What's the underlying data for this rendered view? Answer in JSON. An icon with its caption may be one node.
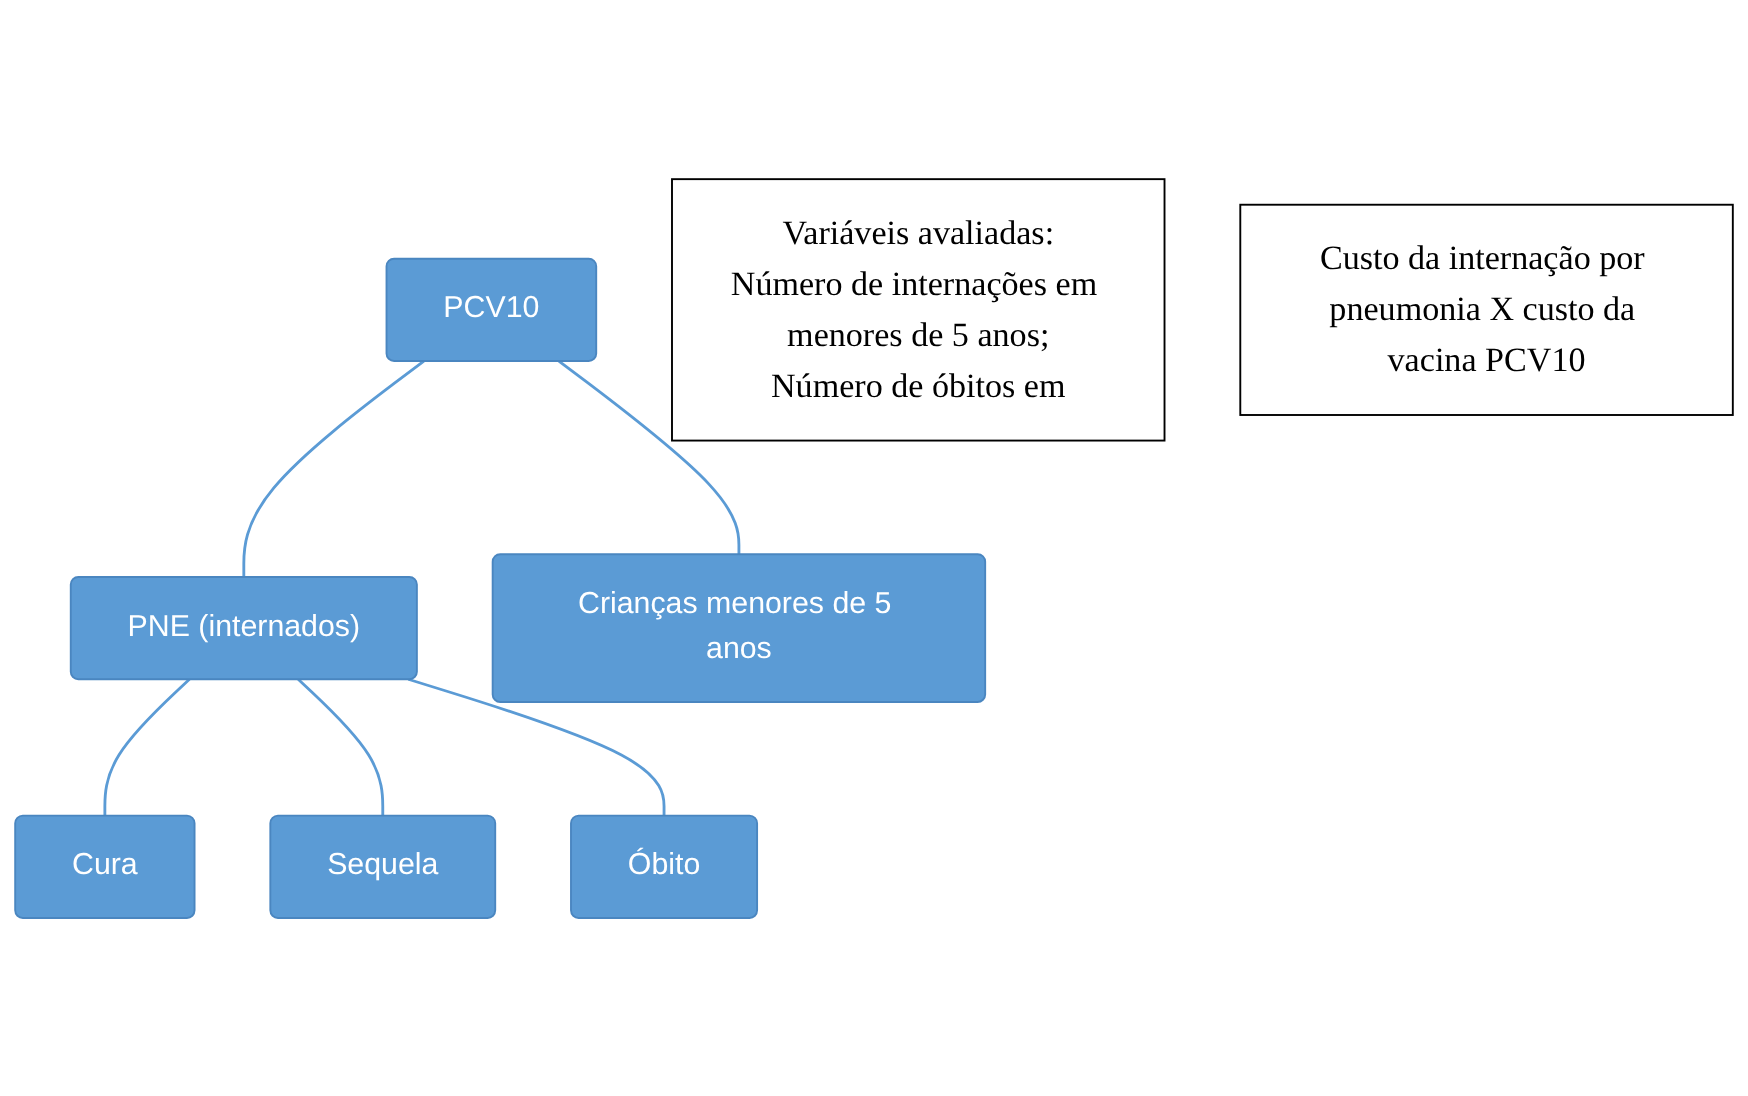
{
  "diagram": {
    "nodes": [
      {
        "text": [
          "PCV10"
        ]
      },
      {
        "text": [
          "PNE (internados)"
        ]
      },
      {
        "text": [
          "Crianças menores de 5 anos"
        ]
      },
      {
        "text": [
          "Cura"
        ]
      },
      {
        "text": [
          "Sequela"
        ]
      },
      {
        "text": [
          "Óbito"
        ]
      },
      {
        "text": [
          "Variáveis avaliadas:",
          "Número de internações em menores de 5 anos;",
          "Número de óbitos em"
        ]
      },
      {
        "text": [
          "Custo da internação por pneumonia X custo da vacina PCV10"
        ]
      }
    ],
    "edges": [
      {
        "from": 0,
        "to": 1,
        "arrow": "none"
      },
      {
        "from": 0,
        "to": 2,
        "arrow": "none"
      },
      {
        "from": 1,
        "to": 3,
        "arrow": "none"
      },
      {
        "from": 1,
        "to": 4,
        "arrow": "none"
      },
      {
        "from": 1,
        "to": 5,
        "arrow": "none"
      }
    ]
  }
}
